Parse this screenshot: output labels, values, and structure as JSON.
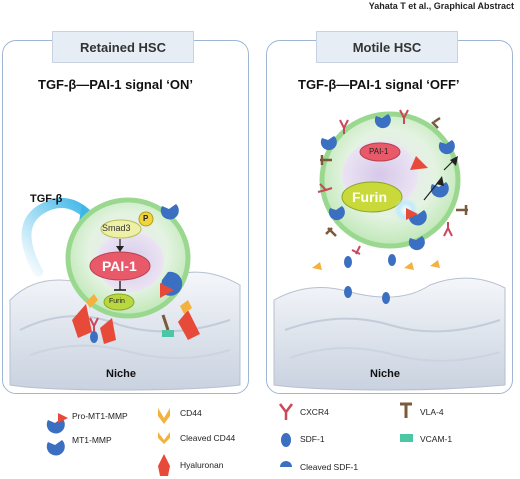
{
  "citation": "Yahata T et al., Graphical Abstract",
  "left_panel": {
    "title": "Retained HSC",
    "signal": "TGF-β—PAI-1 signal ‘ON’",
    "tgf_label": "TGF-β",
    "smad_label": "Smad3",
    "phospho_label": "P",
    "pai_label": "PAI-1",
    "furin_label": "Furin",
    "niche_label": "Niche"
  },
  "right_panel": {
    "title": "Motile HSC",
    "signal": "TGF-β—PAI-1 signal ‘OFF’",
    "pai_label": "PAI-1",
    "furin_label": "Furin",
    "niche_label": "Niche"
  },
  "legend": [
    {
      "icon": "pro-mt1-mmp",
      "label": "Pro-MT1-MMP"
    },
    {
      "icon": "mt1-mmp",
      "label": "MT1-MMP"
    },
    {
      "icon": "cd44",
      "label": "CD44"
    },
    {
      "icon": "cleaved-cd44",
      "label": "Cleaved CD44"
    },
    {
      "icon": "hyaluronan",
      "label": "Hyaluronan"
    },
    {
      "icon": "cxcr4",
      "label": "CXCR4"
    },
    {
      "icon": "sdf-1",
      "label": "SDF-1"
    },
    {
      "icon": "cleaved-sdf-1",
      "label": "Cleaved SDF-1"
    },
    {
      "icon": "vla-4",
      "label": "VLA-4"
    },
    {
      "icon": "vcam-1",
      "label": "VCAM-1"
    }
  ],
  "colors": {
    "panel_border": "#9fb6d3",
    "title_bg": "#e6edf5",
    "cell_membrane": "#a8e6a0",
    "pai_red": "#e85a6a",
    "furin_yellow": "#d9e040",
    "mmp_blue": "#3a6fc2",
    "cxcr4_red": "#c9485a",
    "cd44_orange": "#f3b23f",
    "hyaluronan_red": "#e84a3a",
    "vla4_brown": "#7a5a3a",
    "vcam_teal": "#4cc6a5",
    "arrow_cyan": "#3cb6e8"
  }
}
